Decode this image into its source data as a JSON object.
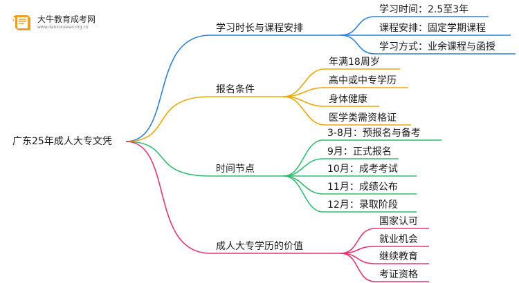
{
  "logo": {
    "title": "大牛教育成考网",
    "url": "www.daniuxueiao.org.cn"
  },
  "root": {
    "label": "广东25年成人大专文凭"
  },
  "branches": [
    {
      "label": "学习时长与课程安排",
      "color": "#2b7fe0",
      "leaves": [
        "学习时间：2.5至3年",
        "课程安排：固定学期课程",
        "学习方式：业余课程与函授"
      ]
    },
    {
      "label": "报名条件",
      "color": "#f0a500",
      "leaves": [
        "年满18周岁",
        "高中或中专学历",
        "身体健康",
        "医学类需资格证"
      ]
    },
    {
      "label": "时间节点",
      "color": "#2ebd6b",
      "leaves": [
        "3-8月：预报名与备考",
        "9月：正式报名",
        "10月：成考考试",
        "11月：成绩公布",
        "12月：录取阶段"
      ]
    },
    {
      "label": "成人大专学历的价值",
      "color": "#e8336e",
      "leaves": [
        "国家认可",
        "就业机会",
        "继续教育",
        "考证资格"
      ]
    }
  ]
}
